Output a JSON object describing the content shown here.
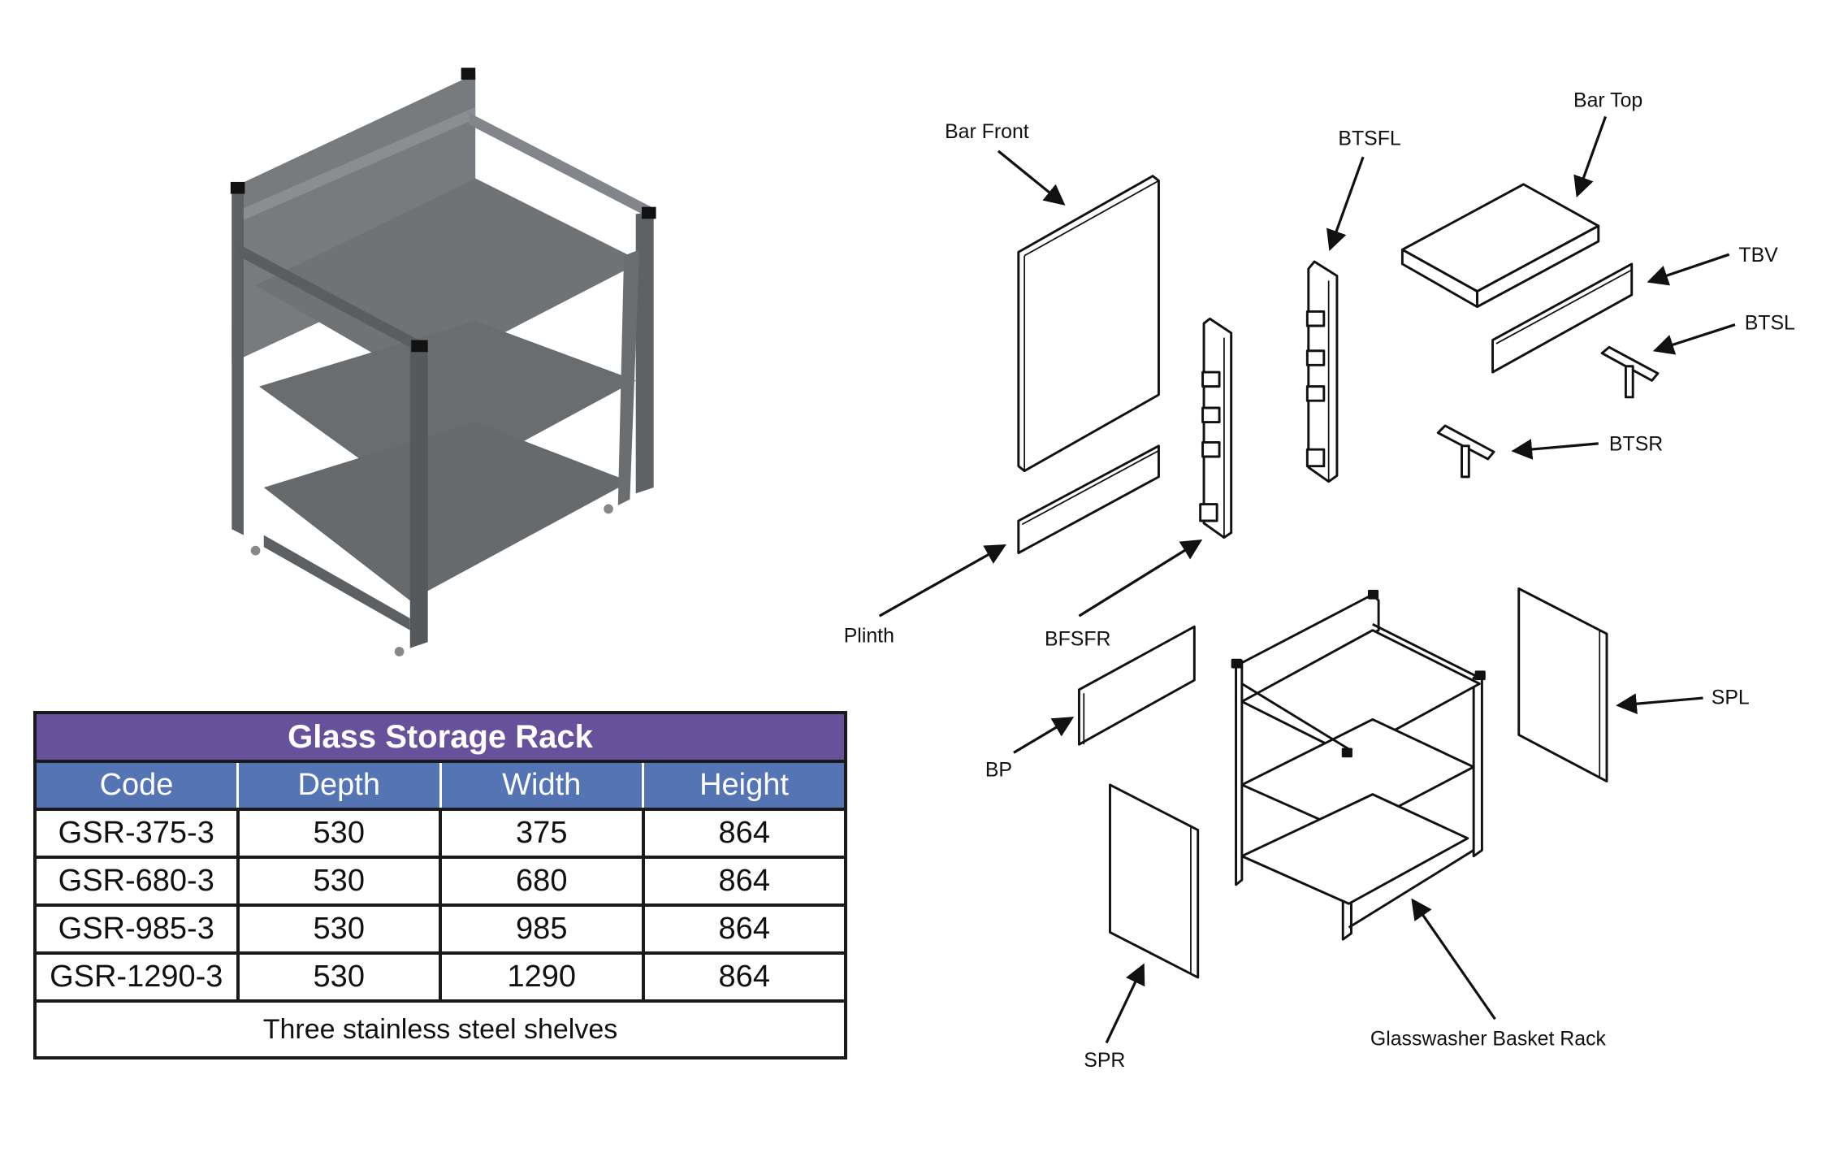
{
  "table": {
    "title": "Glass Storage Rack",
    "headers": [
      "Code",
      "Depth",
      "Width",
      "Height"
    ],
    "rows": [
      [
        "GSR-375-3",
        "530",
        "375",
        "864"
      ],
      [
        "GSR-680-3",
        "530",
        "680",
        "864"
      ],
      [
        "GSR-985-3",
        "530",
        "985",
        "864"
      ],
      [
        "GSR-1290-3",
        "530",
        "1290",
        "864"
      ]
    ],
    "footer": "Three stainless steel shelves"
  },
  "labels": {
    "bar_front": "Bar Front",
    "btsfl": "BTSFL",
    "bar_top": "Bar Top",
    "tbv": "TBV",
    "btsl": "BTSL",
    "btsr": "BTSR",
    "plinth": "Plinth",
    "bfsfr": "BFSFR",
    "bp": "BP",
    "spl": "SPL",
    "spr": "SPR",
    "basket_rack": "Glasswasher Basket Rack"
  },
  "colors": {
    "title_bg": "#67519a",
    "header_bg": "#5474b4",
    "rack_grey": "#6e7275"
  }
}
